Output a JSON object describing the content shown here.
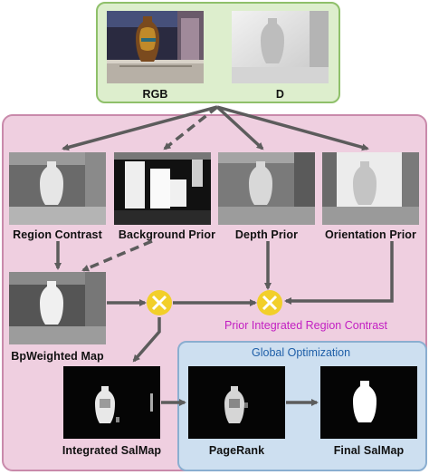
{
  "colors": {
    "input_fill": "#ddeecd",
    "input_border": "#8fc06a",
    "pink_fill": "#efcfe0",
    "pink_border": "#c98aab",
    "blue_fill": "#cddff0",
    "blue_border": "#8aaed0",
    "arrow": "#5c5c5c",
    "multiply_node": "#f2cf2a",
    "prior_label": "#c21fc2",
    "global_label": "#1f5fa8"
  },
  "inputs": {
    "rgb_label": "RGB",
    "depth_label": "D"
  },
  "priors": {
    "region_contrast": "Region Contrast",
    "background_prior": "Background Prior",
    "depth_prior": "Depth Prior",
    "orientation_prior": "Orientation Prior"
  },
  "bpweighted_label": "BpWeighted Map",
  "prior_integrated_label": "Prior Integrated Region Contrast",
  "global_optimization_label": "Global Optimization",
  "outputs": {
    "integrated_salmap": "Integrated SalMap",
    "pagerank": "PageRank",
    "final_salmap": "Final SalMap"
  },
  "icons": {
    "multiply": "multiply-icon"
  }
}
